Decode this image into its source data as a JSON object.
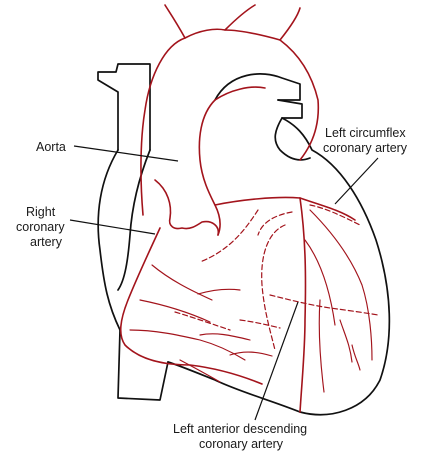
{
  "labels": {
    "aorta": "Aorta",
    "right_coronary_line1": "Right",
    "right_coronary_line2": "coronary",
    "right_coronary_line3": "artery",
    "left_circumflex_line1": "Left circumflex",
    "left_circumflex_line2": "coronary artery",
    "lad_line1": "Left anterior descending",
    "lad_line2": "coronary artery"
  },
  "colors": {
    "outline": "#111111",
    "vessel": "#a3141c",
    "text": "#1a1a1a"
  }
}
